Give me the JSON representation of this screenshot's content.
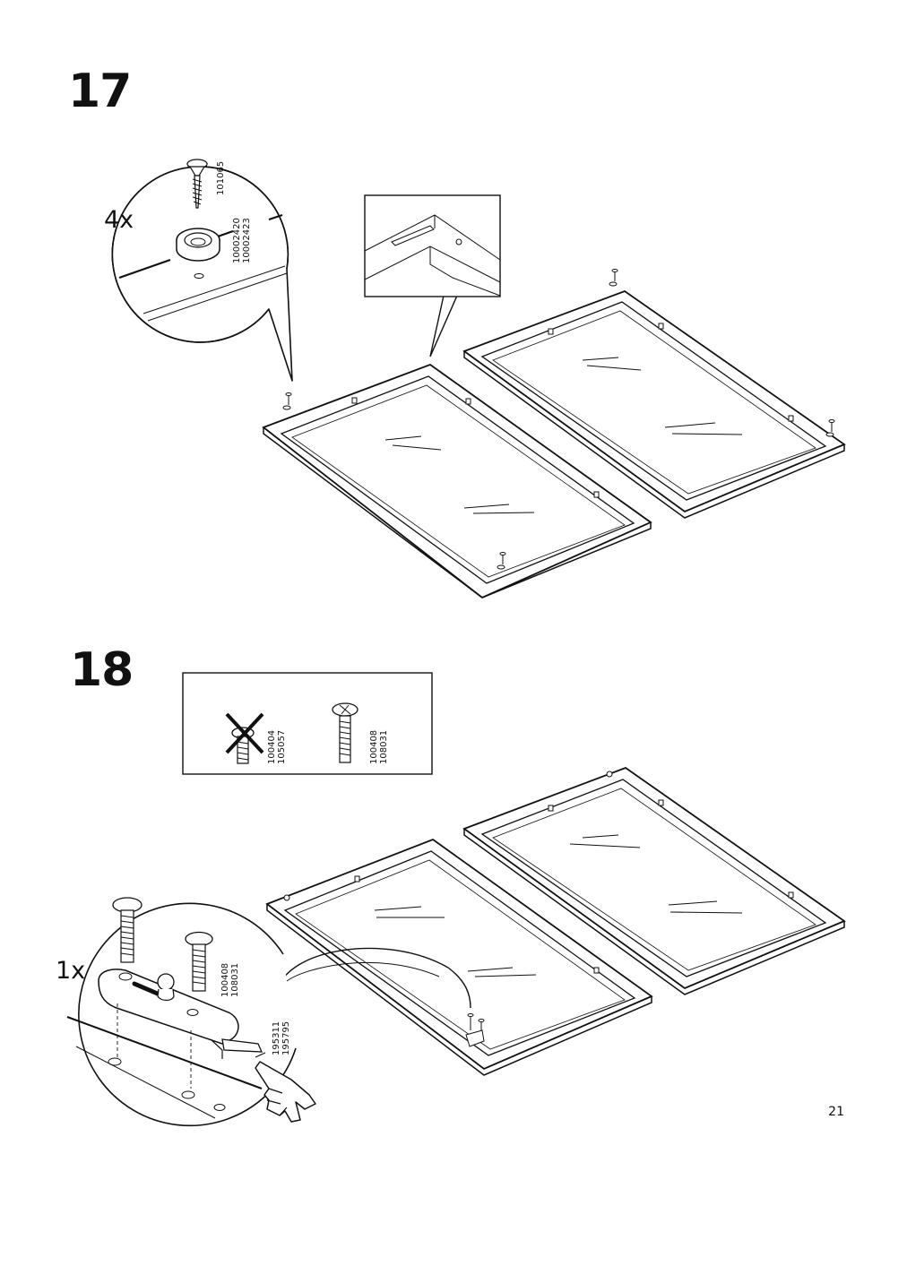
{
  "steps": [
    {
      "number": "17",
      "quantity": "4x",
      "parts": [
        {
          "lines": [
            "101065"
          ]
        },
        {
          "lines": [
            "10002420",
            "10002423"
          ]
        }
      ]
    },
    {
      "number": "18",
      "quantity": "1x",
      "note_parts": [
        {
          "lines": [
            "100404",
            "105057"
          ],
          "status": "not-used"
        },
        {
          "lines": [
            "100408",
            "108031"
          ],
          "status": "use"
        }
      ],
      "parts": [
        {
          "lines": [
            "100408",
            "108031"
          ]
        },
        {
          "lines": [
            "195311",
            "195795"
          ]
        }
      ]
    }
  ],
  "page_number": "21"
}
